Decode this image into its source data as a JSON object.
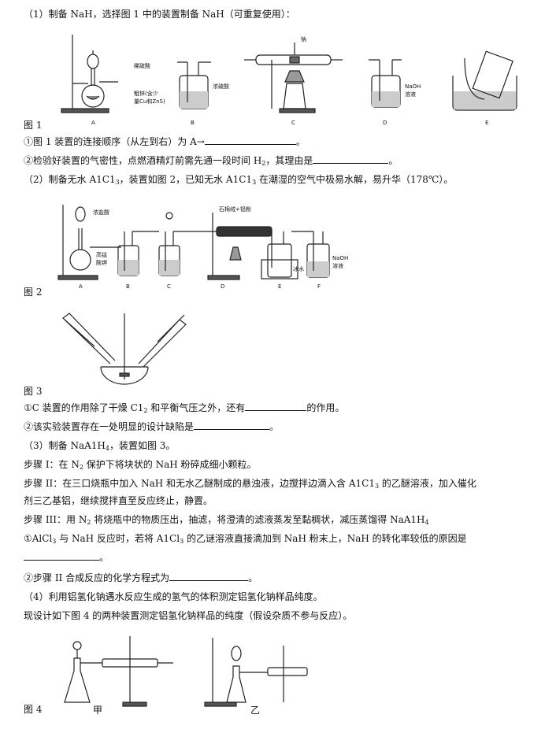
{
  "q1": {
    "title": "（1）制备 NaH，选择图 1 中的装置制备 NaH（可重复使用）：",
    "fig_caption": "图 1",
    "apparatus": {
      "A": {
        "letter": "A",
        "acid": "稀硫酸",
        "solid": "粗锌(含少",
        "solid2": "量Cu和ZnS)"
      },
      "B": {
        "letter": "B",
        "reagent": "浓硫酸"
      },
      "C": {
        "letter": "C",
        "reagent": "钠"
      },
      "D": {
        "letter": "D",
        "reagent": "NaOH",
        "reagent2": "溶液"
      },
      "E": {
        "letter": "E"
      }
    },
    "item1_pre": "①图 1 装置的连接顺序（从左到右）为 A→",
    "item1_post": "。",
    "item2_pre": "②检验好装置的气密性，点燃酒精灯前需先通一段时间 H",
    "item2_sub": "2",
    "item2_mid": "，其理由是",
    "item2_post": "。"
  },
  "q2": {
    "title_pre": "（2）制备无水 A1C1",
    "title_sub1": "3",
    "title_mid": "，装置如图 2，已知无水 A1C1",
    "title_sub2": "3",
    "title_post": " 在潮湿的空气中极易水解，易升华（178℃）。",
    "fig_caption": "图 2",
    "apparatus": {
      "A": {
        "letter": "A",
        "reagent": "浓盐酸",
        "solid": "高锰",
        "solid2": "酸钾"
      },
      "B": {
        "letter": "B"
      },
      "C": {
        "letter": "C"
      },
      "D": {
        "letter": "D",
        "reagent": "石棉绒+铝粉"
      },
      "E": {
        "letter": "E",
        "reagent": "冰水"
      },
      "F": {
        "letter": "F",
        "reagent": "NaOH",
        "reagent2": "溶液"
      }
    }
  },
  "q3fig": {
    "fig_caption": "图 3"
  },
  "q2items": {
    "item1_pre": "①C 装置的作用除了干燥 C1",
    "item1_sub": "2",
    "item1_mid": " 和平衡气压之外，还有",
    "item1_post": "的作用。",
    "item2_pre": "②该实验装置存在一处明显的设计缺陷是",
    "item2_post": "。"
  },
  "q3": {
    "title_pre": "（3）制备 NaA1H",
    "title_sub": "4",
    "title_post": "，装置如图 3。",
    "step1_pre": "步骤 I：在 N",
    "step1_sub": "2",
    "step1_post": " 保护下将块状的 NaH 粉碎成细小颗粒。",
    "step2_pre": "步骤 II：在三口烧瓶中加入 NaH 和无水乙醚制成的悬浊液，边搅拌边滴入含 A1C1",
    "step2_sub": "3",
    "step2_post": " 的乙醚溶液，加入催化",
    "step2_cont": "剂三乙基铝，继续搅拌直至反应终止，静置。",
    "step3_pre": "步骤 III：用 N",
    "step3_sub": "2",
    "step3_mid": " 将烧瓶中的物质压出，抽滤，将澄清的滤液蒸发至黏稠状，减压蒸馏得 NaA1H",
    "step3_sub2": "4",
    "item1_a": "①AlCl",
    "item1_sub1": "3",
    "item1_b": " 与 NaH 反应时，若将 A1Cl",
    "item1_sub2": "3",
    "item1_c": " 的乙谜溶液直接滴加到 NaH 粉末上，NaH 的转化率较低的原因是",
    "item1_end": "。",
    "item2_pre": "②步骤 II 合成反应的化学方程式为",
    "item2_post": "。"
  },
  "q4": {
    "title": "（4）利用铝氢化钠遇水反应生成的氢气的体积测定铝氢化钠样品纯度。",
    "desc": "现设计如下图 4 的两种装置测定铝氢化钠样品的纯度（假设杂质不参与反应）。",
    "fig_caption": "图 4",
    "label_jia": "甲",
    "label_yi": "乙"
  }
}
